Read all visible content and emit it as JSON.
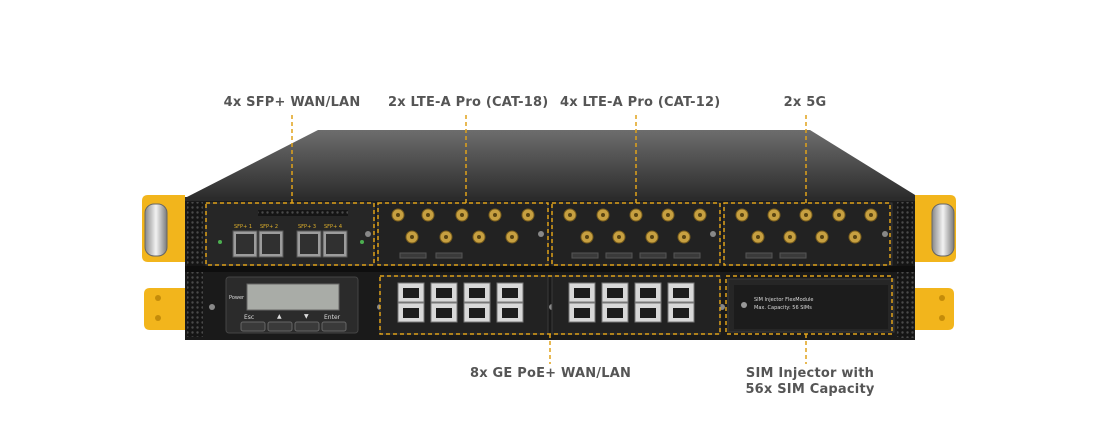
{
  "callouts": {
    "sfp": "4x SFP+ WAN/LAN",
    "lte18": "2x LTE-A Pro (CAT-18)",
    "lte12": "4x LTE-A Pro (CAT-12)",
    "fiveg": "2x 5G",
    "poe": "8x GE PoE+ WAN/LAN",
    "sim_line1": "SIM Injector with",
    "sim_line2": "56x SIM Capacity"
  },
  "front_panel": {
    "power_label": "Power",
    "buttons": [
      "Esc",
      "▲",
      "▼",
      "Enter"
    ],
    "sfp_labels": [
      "SFP+ 1",
      "SFP+ 2",
      "SFP+ 3",
      "SFP+ 4"
    ],
    "sim_module_line1": "SIM Injector FlexModule",
    "sim_module_line2": "Max. Capacity: 56 SIMs"
  },
  "colors": {
    "accent": "#f2b51c",
    "chassis": "#1b1b1b",
    "callout_line": "#e0a21a",
    "label_text": "#555555"
  }
}
